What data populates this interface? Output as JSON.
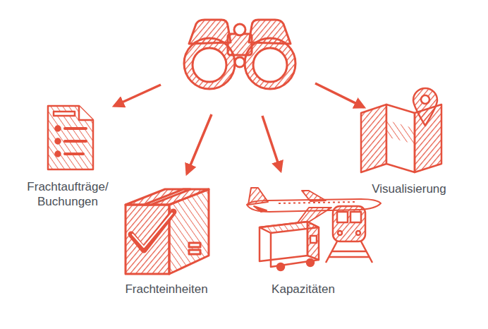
{
  "diagram": {
    "nodes": [
      {
        "text": [
          "Frachtaufträge/ Buchungen"
        ]
      },
      {
        "text": [
          "Frachteinheiten"
        ]
      },
      {
        "text": [
          "Kapazitäten"
        ]
      },
      {
        "text": [
          "Visualisierung"
        ]
      }
    ]
  }
}
